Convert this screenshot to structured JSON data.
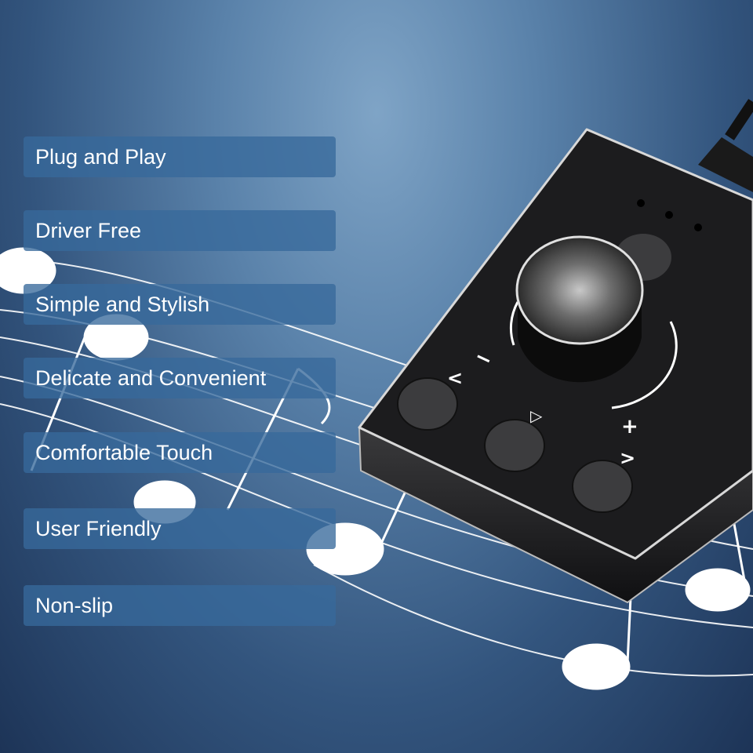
{
  "features": [
    {
      "label": "Plug and Play"
    },
    {
      "label": "Driver Free"
    },
    {
      "label": "Simple and Stylish"
    },
    {
      "label": "Delicate and Convenient"
    },
    {
      "label": "Comfortable Touch"
    },
    {
      "label": "User Friendly"
    },
    {
      "label": "Non-slip"
    }
  ],
  "device": {
    "markings": {
      "volume_down": "−",
      "volume_up": "+",
      "previous": "<",
      "next": ">",
      "play": "▷"
    }
  },
  "colors": {
    "label_bg": "#3769a0",
    "device_body": "#1c1c1e",
    "background": "#4a6f98"
  }
}
